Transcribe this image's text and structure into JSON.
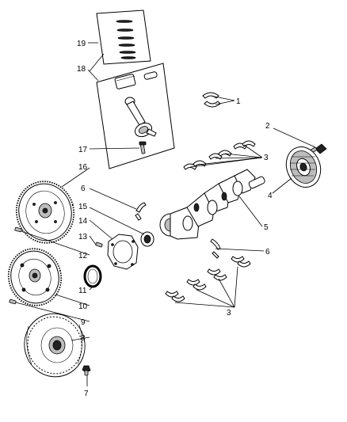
{
  "diagram": {
    "callouts": [
      {
        "id": "c19",
        "label": "19"
      },
      {
        "id": "c18",
        "label": "18"
      },
      {
        "id": "c1",
        "label": "1"
      },
      {
        "id": "c2",
        "label": "2"
      },
      {
        "id": "c17",
        "label": "17"
      },
      {
        "id": "c3a",
        "label": "3"
      },
      {
        "id": "c16",
        "label": "16"
      },
      {
        "id": "c4",
        "label": "4"
      },
      {
        "id": "c6a",
        "label": "6"
      },
      {
        "id": "c15",
        "label": "15"
      },
      {
        "id": "c5",
        "label": "5"
      },
      {
        "id": "c14",
        "label": "14"
      },
      {
        "id": "c13",
        "label": "13"
      },
      {
        "id": "c6b",
        "label": "6"
      },
      {
        "id": "c12",
        "label": "12"
      },
      {
        "id": "c11",
        "label": "11"
      },
      {
        "id": "c10",
        "label": "10"
      },
      {
        "id": "c3b",
        "label": "3"
      },
      {
        "id": "c9",
        "label": "9"
      },
      {
        "id": "c8",
        "label": "8"
      },
      {
        "id": "c7",
        "label": "7"
      }
    ],
    "parts": [
      "piston-rings",
      "piston-and-connecting-rod",
      "connecting-rod-bearing",
      "damper-bolt",
      "connecting-rod-bolt",
      "main-bearings-upper",
      "drive-plate",
      "vibration-damper",
      "thrust-washer-upper",
      "rear-oil-seal",
      "crankshaft",
      "seal-retainer",
      "retainer-bolt",
      "thrust-washer-lower",
      "drive-plate-bolt",
      "drive-plate-adapter-ring",
      "flexplate",
      "main-bearings-lower",
      "flexplate-bolt",
      "torque-converter",
      "converter-bolt"
    ]
  }
}
